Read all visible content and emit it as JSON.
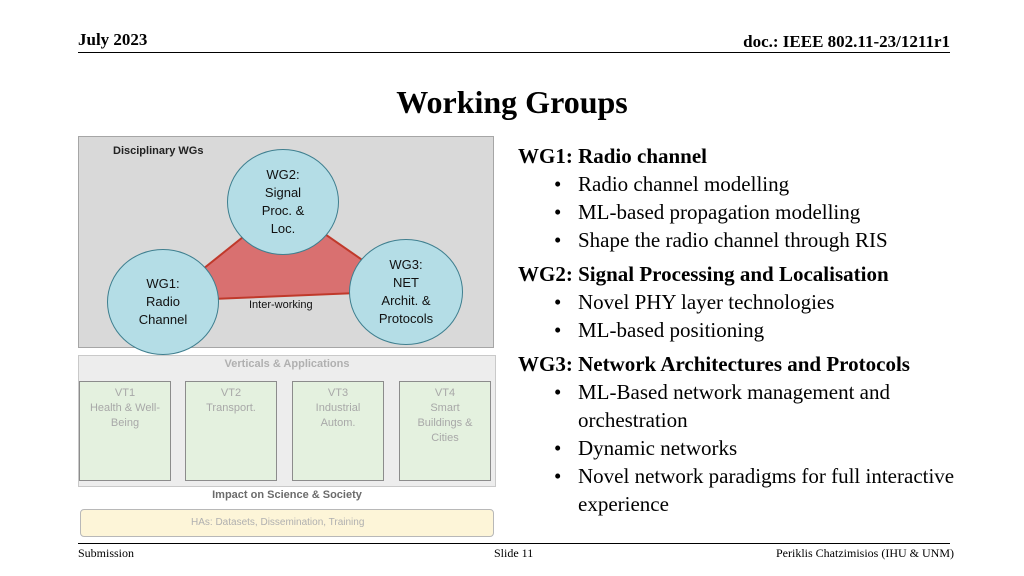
{
  "header": {
    "date": "July 2023",
    "doc": "doc.: IEEE 802.11-23/1211r1"
  },
  "title": "Working Groups",
  "diagram": {
    "disciplinary_label": "Disciplinary WGs",
    "wg1": "WG1:\nRadio\nChannel",
    "wg2": "WG2:\nSignal\nProc. &\nLoc.",
    "wg3": "WG3:\nNET\nArchit. &\nProtocols",
    "interworking": "Inter-working",
    "verticals_label": "Verticals & Applications",
    "vt1": "VT1\nHealth & Well-\nBeing",
    "vt2": "VT2\nTransport.",
    "vt3": "VT3\nIndustrial\nAutom.",
    "vt4": "VT4\nSmart\nBuildings &\nCities",
    "impact_label": "Impact on Science & Society",
    "has_label": "HAs: Datasets, Dissemination, Training",
    "colors": {
      "circle": "#b4dde6",
      "triangle": "#d97070",
      "disciplinary_bg": "#d9d9d9",
      "vertical_bg": "#e4f1df",
      "has_bg": "#fdf5d8"
    }
  },
  "groups": [
    {
      "title": "WG1: Radio channel",
      "items": [
        "Radio channel modelling",
        "ML-based propagation modelling",
        "Shape the radio channel through RIS"
      ]
    },
    {
      "title": "WG2: Signal Processing and Localisation",
      "items": [
        "Novel PHY layer technologies",
        "ML-based positioning"
      ]
    },
    {
      "title": "WG3: Network Architectures and Protocols",
      "items": [
        "ML-Based network management and orchestration",
        "Dynamic networks",
        "Novel network paradigms for full interactive experience"
      ]
    }
  ],
  "footer": {
    "left": "Submission",
    "center": "Slide 11",
    "right": "Periklis Chatzimisios (IHU & UNM)"
  }
}
